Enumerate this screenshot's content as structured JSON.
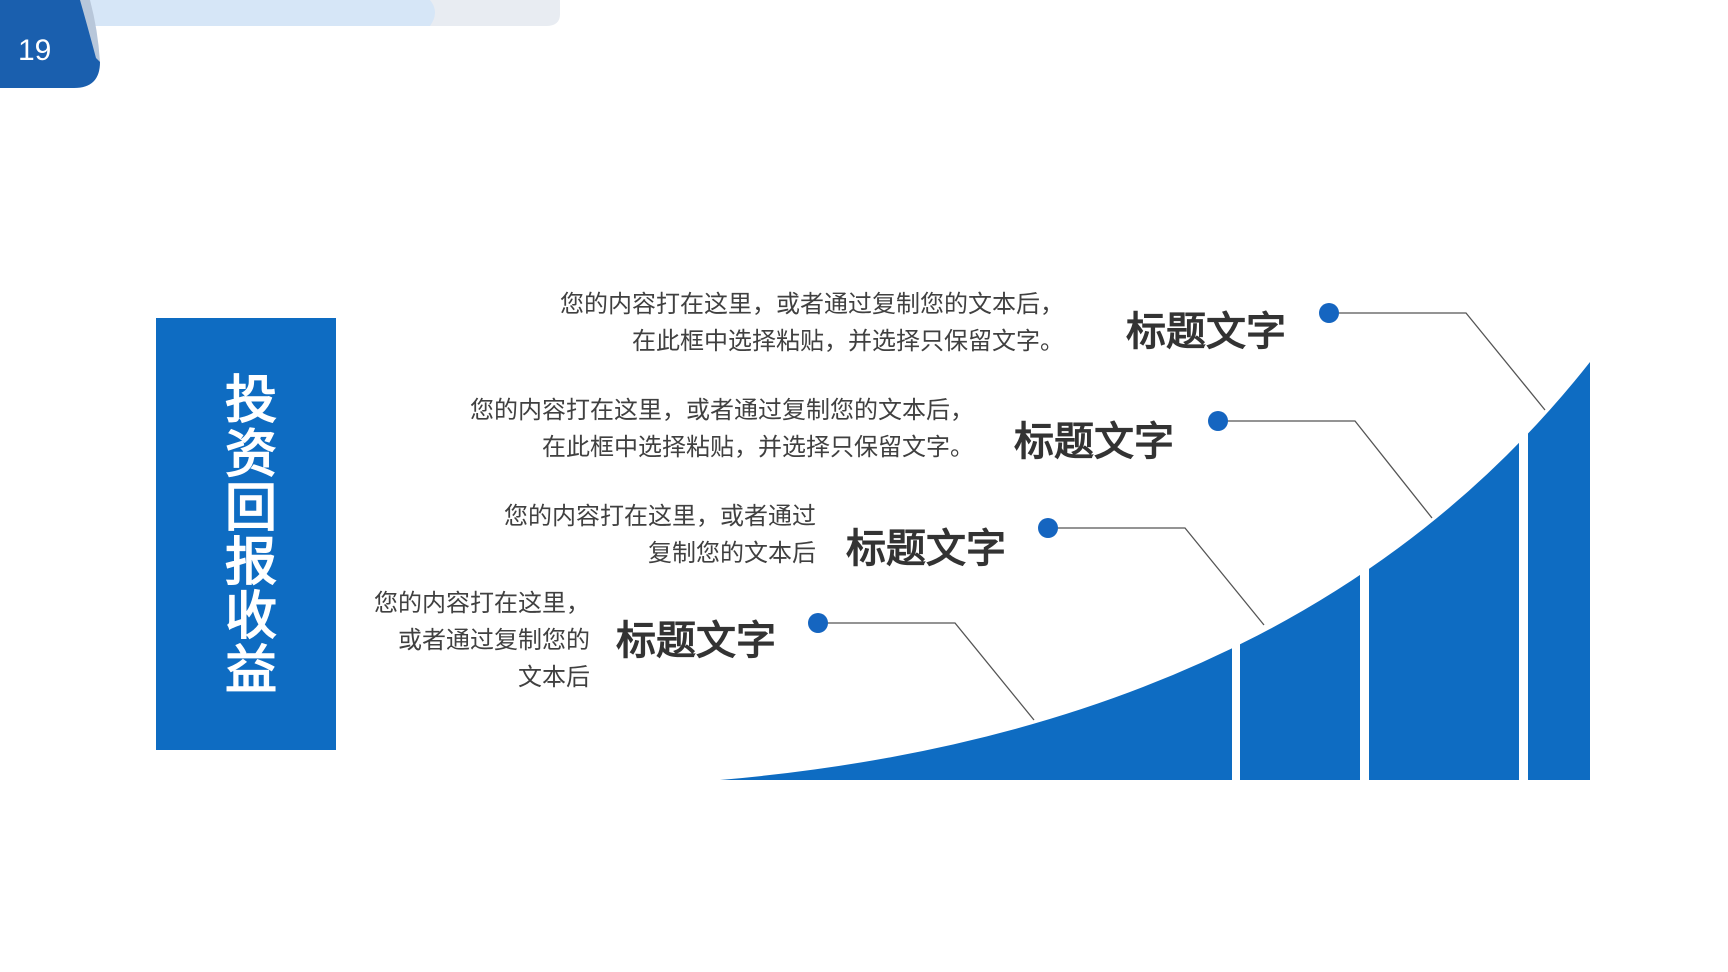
{
  "page_number": "19",
  "side_title": "投资回报收益",
  "items": [
    {
      "title": "标题文字",
      "desc_lines": [
        "您的内容打在这里，",
        "或者通过复制您的",
        "文本后"
      ]
    },
    {
      "title": "标题文字",
      "desc_lines": [
        "您的内容打在这里，或者通过",
        "复制您的文本后"
      ]
    },
    {
      "title": "标题文字",
      "desc_lines": [
        "您的内容打在这里，或者通过复制您的文本后，",
        "在此框中选择粘贴，并选择只保留文字。"
      ]
    },
    {
      "title": "标题文字",
      "desc_lines": [
        "您的内容打在这里，或者通过复制您的文本后，",
        "在此框中选择粘贴，并选择只保留文字。"
      ]
    }
  ],
  "colors": {
    "accent": "#0e6cc2",
    "dot": "#1565c0",
    "leader_line": "#555555",
    "header_light": "#dfe9f5"
  }
}
